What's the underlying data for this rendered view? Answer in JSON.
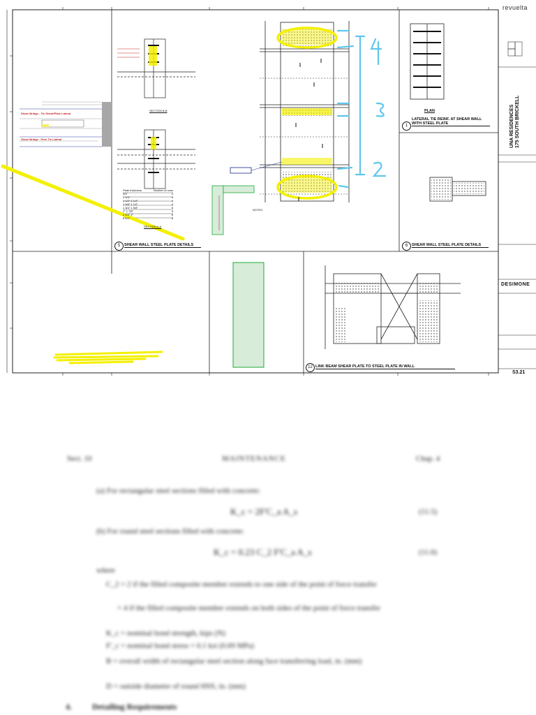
{
  "sheet": {
    "detail_5_title": "SHEAR WALL STEEL PLATE DETAILS",
    "detail_5_num": "5",
    "detail_6_title": "SHEAR WALL STEEL PLATE DETAILS",
    "detail_6_num": "6",
    "detail_1_title_a": "LATERAL TIE REINF. AT SHEAR WALL",
    "detail_1_title_b": "WITH STEEL PLATE",
    "detail_1_num": "1",
    "detail_1_plan": "PLAN",
    "detail_12_title": "LINK BEAM SHEAR PLATE TO STEEL PLATE IN WALL",
    "detail_12_num": "12",
    "section_label": "SECTION B-B",
    "section_label_2": "SECTION A-A",
    "left_panel_heading_1": "Shear Bridge - Tie Shear/Plate Lateral",
    "left_panel_heading_2": "Shear Bridge - Pure Tie Lateral",
    "table_header": [
      "Plate thickness",
      "Number of rows"
    ],
    "table_rows": [
      [
        "3/4\"",
        "2"
      ],
      [
        "1 1/4\"",
        "3"
      ],
      [
        "1 1/2\" 1 1/4\"",
        "4"
      ],
      [
        "1 5/8\" 1 1/2\"",
        "4"
      ],
      [
        "1 3/4\" 1 5/8\"",
        "5"
      ],
      [
        "2\" 1 7/8\"",
        "5"
      ],
      [
        "2 1/4\" 2\"",
        "6"
      ],
      [
        "2 1/2\"",
        "6"
      ]
    ],
    "annotation_4": "4",
    "annotation_3": "3",
    "annotation_2": "2",
    "notes_label": "NOTES:"
  },
  "title_block": {
    "brand": "revuelta",
    "project_1": "UNA RESIDENCES",
    "project_2": "175 SOUTH BRICKELL",
    "firm": "DESIMONE",
    "sheet_number": "S3.21"
  },
  "page_text": {
    "header_left": "Sect. 10",
    "header_center": "MAINTENANCE",
    "header_right": "Chap. 4",
    "item_a": "(a) For rectangular steel sections filled with concrete:",
    "eq_a": "K_c = 2F'C_a A_s",
    "eq_a_num": "(11.5)",
    "item_b": "(b) For round steel sections filled with concrete:",
    "eq_b": "K_c = 0.23 C_2 F'C_a A_s",
    "eq_b_num": "(11.6)",
    "where": "where",
    "c2_a": "C_2 = 2 if the filled composite member extends to one side of the point of force transfer",
    "c2_b": "= 4 if the filled composite member extends on both sides of the point of force transfer",
    "kc": "K_c = nominal bond strength, kips (N)",
    "fc": "F'_c = nominal bond stress = 0.1 ksi (0.69 MPa)",
    "b_def": "B = overall width of rectangular steel section along face transferring load, in. (mm)",
    "d_def": "D = outside diameter of round HSS, in. (mm)",
    "section_4": "4.",
    "section_4_title": "Detailing Requirements"
  },
  "colors": {
    "highlight_yellow": "#f3f000",
    "annot_cyan": "#5ec7ec",
    "green_box": "#d7ecd9",
    "green_border": "#1faa3a"
  }
}
